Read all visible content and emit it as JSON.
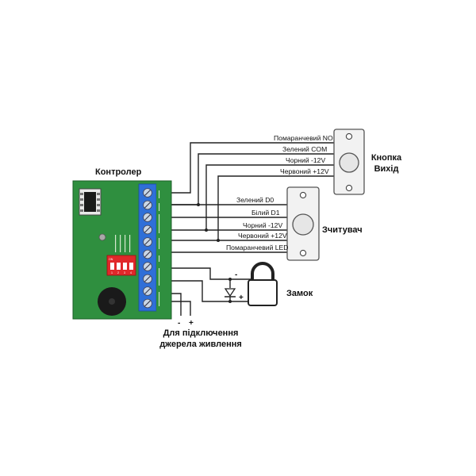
{
  "labels": {
    "controller": "Контролер",
    "exit_button_line1": "Кнопка",
    "exit_button_line2": "Вихід",
    "reader": "Зчитувач",
    "lock": "Замок",
    "power_line1": "Для підключення",
    "power_line2": "джерела живлення"
  },
  "button_wires": [
    "Помаранчевий NO",
    "Зелений COM",
    "Чорний -12V",
    "Червоний +12V"
  ],
  "reader_wires": [
    "Зелений D0",
    "Білий D1",
    "Чорний -12V",
    "Червоний +12V",
    "Помаранчевий LED"
  ],
  "signs": {
    "lock_minus": "-",
    "lock_plus": "+",
    "power_minus": "-",
    "power_plus": "+"
  },
  "dip_switch": {
    "on_label": "ON",
    "numbers": [
      "1",
      "2",
      "3",
      "4"
    ]
  },
  "colors": {
    "board": "#2f8f3f",
    "terminal": "#2f6fd8",
    "dip": "#e0282a",
    "wire": "#222222"
  }
}
